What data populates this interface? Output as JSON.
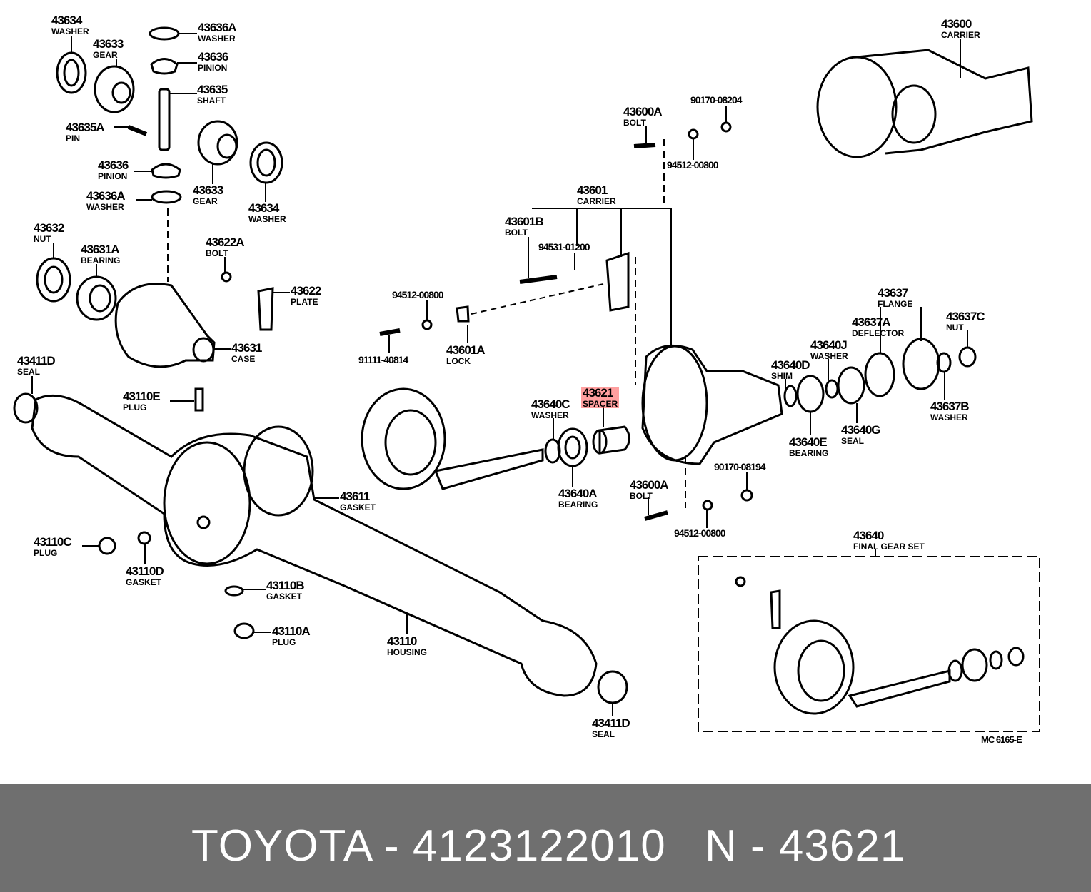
{
  "labels": [
    {
      "n": "43634",
      "t": "WASHER"
    },
    {
      "n": "43636A",
      "t": "WASHER"
    },
    {
      "n": "43633",
      "t": "GEAR"
    },
    {
      "n": "43636",
      "t": "PINION"
    },
    {
      "n": "43635",
      "t": "SHAFT"
    },
    {
      "n": "43635A",
      "t": "PIN"
    },
    {
      "n": "43636",
      "t": "PINION"
    },
    {
      "n": "43633",
      "t": "GEAR"
    },
    {
      "n": "43634",
      "t": "WASHER"
    },
    {
      "n": "43636A",
      "t": "WASHER"
    },
    {
      "n": "43632",
      "t": "NUT"
    },
    {
      "n": "43631A",
      "t": "BEARING"
    },
    {
      "n": "43622A",
      "t": "BOLT"
    },
    {
      "n": "43622",
      "t": "PLATE"
    },
    {
      "n": "43631",
      "t": "CASE"
    },
    {
      "n": "43411D",
      "t": "SEAL"
    },
    {
      "n": "43110E",
      "t": "PLUG"
    },
    {
      "n": "43611",
      "t": "GASKET"
    },
    {
      "n": "43110C",
      "t": "PLUG"
    },
    {
      "n": "43110D",
      "t": "GASKET"
    },
    {
      "n": "43110B",
      "t": "GASKET"
    },
    {
      "n": "43110A",
      "t": "PLUG"
    },
    {
      "n": "43110",
      "t": "HOUSING"
    },
    {
      "n": "43411D",
      "t": "SEAL"
    },
    {
      "n": "43600",
      "t": "CARRIER"
    },
    {
      "n": "43600A",
      "t": "BOLT"
    },
    {
      "n": "90170-08204",
      "t": ""
    },
    {
      "n": "94512-00800",
      "t": ""
    },
    {
      "n": "43601",
      "t": "CARRIER"
    },
    {
      "n": "43601B",
      "t": "BOLT"
    },
    {
      "n": "94531-01200",
      "t": ""
    },
    {
      "n": "94512-00800",
      "t": ""
    },
    {
      "n": "91111-40814",
      "t": ""
    },
    {
      "n": "43601A",
      "t": "LOCK"
    },
    {
      "n": "43621",
      "t": "SPACER"
    },
    {
      "n": "43640C",
      "t": "WASHER"
    },
    {
      "n": "43640A",
      "t": "BEARING"
    },
    {
      "n": "43637",
      "t": "FLANGE"
    },
    {
      "n": "43637C",
      "t": "NUT"
    },
    {
      "n": "43637A",
      "t": "DEFLECTOR"
    },
    {
      "n": "43640J",
      "t": "WASHER"
    },
    {
      "n": "43640D",
      "t": "SHIM"
    },
    {
      "n": "43637B",
      "t": "WASHER"
    },
    {
      "n": "43640E",
      "t": "BEARING"
    },
    {
      "n": "43640G",
      "t": "SEAL"
    },
    {
      "n": "90170-08194",
      "t": ""
    },
    {
      "n": "43600A",
      "t": "BOLT"
    },
    {
      "n": "94512-00800",
      "t": ""
    },
    {
      "n": "43640",
      "t": "FINAL GEAR SET"
    },
    {
      "n": "MC 6165-E",
      "t": ""
    }
  ],
  "highlight_color": "#ff5050",
  "footer": {
    "left": "TOYOTA - 4123122010",
    "right": "N - 43621"
  }
}
